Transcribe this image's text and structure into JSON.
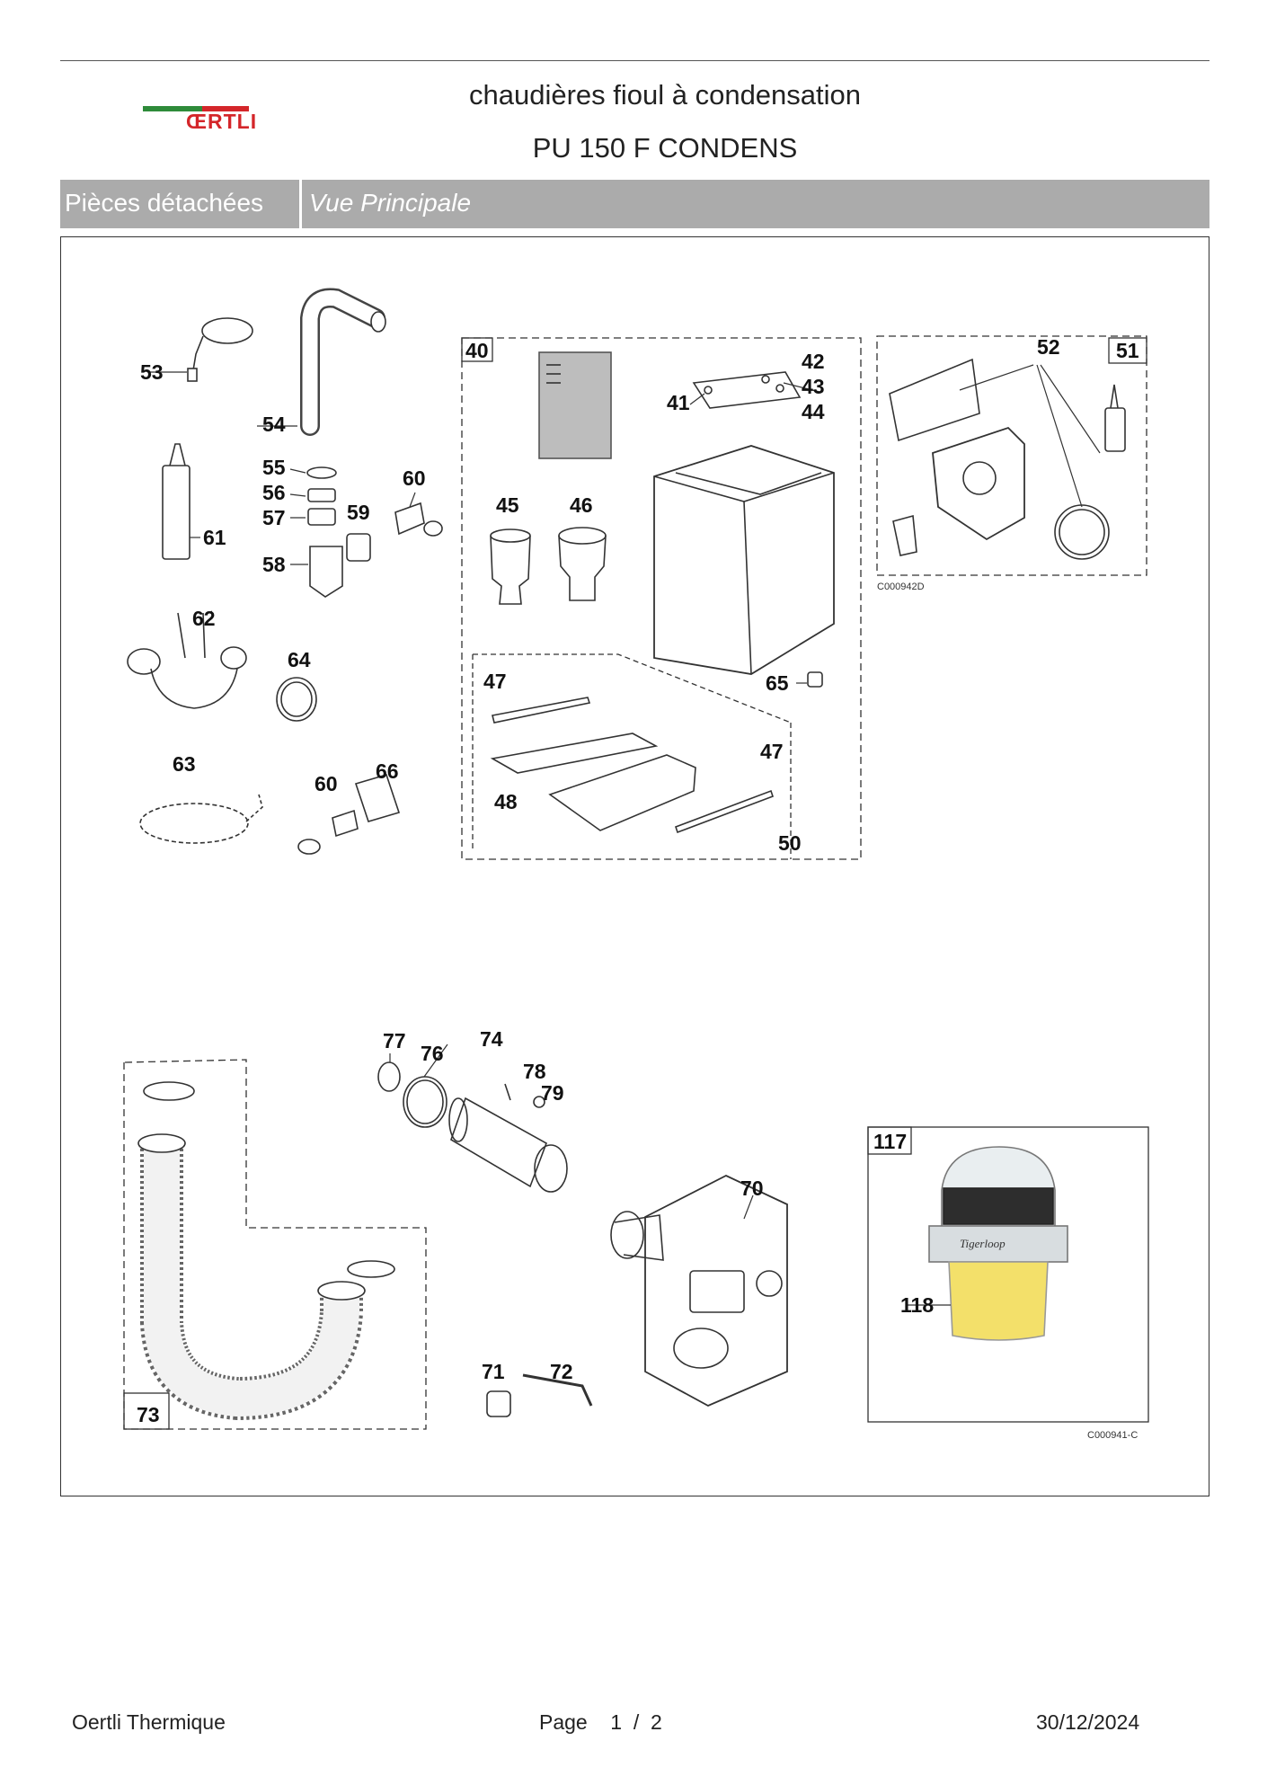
{
  "header": {
    "brand": "ŒRTLI",
    "title": "chaudières fioul à condensation",
    "model": "PU 150 F CONDENS"
  },
  "band": {
    "section": "Pièces détachées",
    "view": "Vue Principale"
  },
  "diagram": {
    "ref_top": "C000942D",
    "ref_bottom": "C000941-C",
    "product_label": "Tigerloop",
    "part_numbers": [
      "53",
      "54",
      "55",
      "56",
      "57",
      "58",
      "59",
      "60",
      "61",
      "62",
      "63",
      "64",
      "60",
      "66",
      "40",
      "41",
      "42",
      "43",
      "44",
      "45",
      "46",
      "47",
      "48",
      "47",
      "50",
      "65",
      "52",
      "51",
      "77",
      "76",
      "74",
      "78",
      "79",
      "73",
      "71",
      "72",
      "70",
      "117",
      "118"
    ]
  },
  "footer": {
    "company": "Oertli Thermique",
    "page_label": "Page",
    "page_current": "1",
    "page_sep": "/",
    "page_total": "2",
    "date": "30/12/2024"
  },
  "colors": {
    "band": "#ababab",
    "brand_red": "#d4262a",
    "brand_green": "#2e8b3a"
  }
}
